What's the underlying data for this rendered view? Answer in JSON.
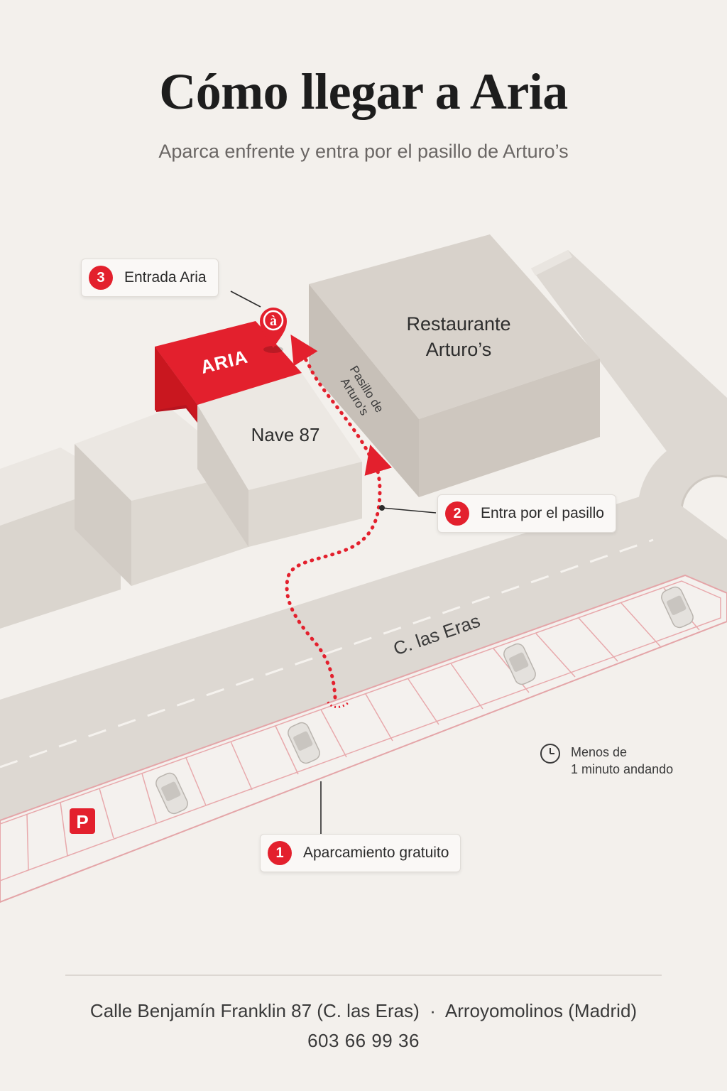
{
  "title": "Cómo llegar a Aria",
  "subtitle": "Aparca enfrente y entra por el pasillo de Arturo’s",
  "map": {
    "buildings": {
      "restaurant_line1": "Restaurante",
      "restaurant_line2": "Arturo’s",
      "nave": "Nave 87",
      "aria_sign": "ARIA",
      "alley_line1": "Pasillo de",
      "alley_line2": "Arturo’s"
    },
    "street_name": "C. las Eras",
    "parking_symbol": "P",
    "entrance_pin_symbol": "à"
  },
  "steps": [
    {
      "number": "1",
      "label": "Aparcamiento gratuito"
    },
    {
      "number": "2",
      "label": "Entra por el pasillo"
    },
    {
      "number": "3",
      "label": "Entrada Aria"
    }
  ],
  "walk_note": {
    "line1": "Menos de",
    "line2": "1 minuto andando"
  },
  "footer": {
    "address": "Calle Benjamín Franklin 87 (C. las Eras)  ·  Arroyomolinos (Madrid)",
    "phone": "603 66 99 36"
  },
  "colors": {
    "accent": "#e3202d",
    "background": "#f3f0ec",
    "road": "#dcd7d1",
    "building_top": "#e8e3dd"
  }
}
